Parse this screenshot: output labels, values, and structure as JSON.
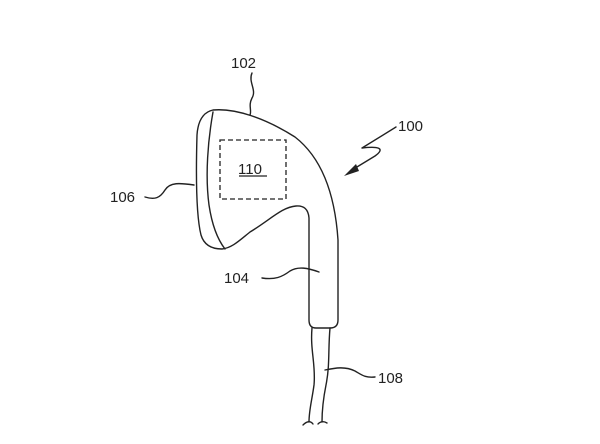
{
  "figure": {
    "labels": {
      "device": "100",
      "housing": "102",
      "stem": "104",
      "speaker_face": "106",
      "cable": "108",
      "component": "110"
    },
    "colors": {
      "ink": "#222222",
      "background": "#ffffff"
    }
  }
}
